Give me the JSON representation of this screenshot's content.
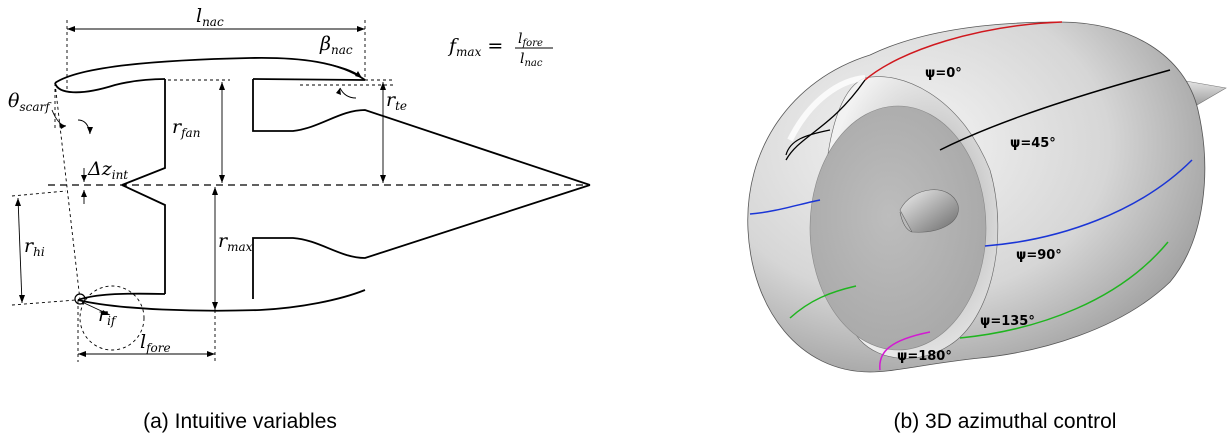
{
  "panel_a": {
    "caption": "(a) Intuitive variables",
    "labels": {
      "l_nac": {
        "base": "l",
        "sub": "nac"
      },
      "beta_nac": {
        "base": "β",
        "sub": "nac"
      },
      "f_max_lhs": {
        "base": "f",
        "sub": "max"
      },
      "f_max_num": {
        "base": "l",
        "sub": "fore"
      },
      "f_max_den": {
        "base": "l",
        "sub": "nac"
      },
      "theta_scarf": {
        "base": "θ",
        "sub": "scarf"
      },
      "r_fan": {
        "base": "r",
        "sub": "fan"
      },
      "r_te": {
        "base": "r",
        "sub": "te"
      },
      "dz_int": {
        "base": "Δz",
        "sub": "int"
      },
      "r_hi": {
        "base": "r",
        "sub": "hi"
      },
      "r_max": {
        "base": "r",
        "sub": "max"
      },
      "r_if": {
        "base": "r",
        "sub": "if"
      },
      "l_fore": {
        "base": "l",
        "sub": "fore"
      }
    }
  },
  "panel_b": {
    "caption": "(b) 3D azimuthal control",
    "psi_labels": [
      "ψ=0°",
      "ψ=45°",
      "ψ=90°",
      "ψ=135°",
      "ψ=180°"
    ],
    "line_colors": {
      "psi_0": "#d0181e",
      "psi_45": "#000000",
      "psi_90": "#1a35d6",
      "psi_135": "#1fb51f",
      "psi_180": "#d21bd2"
    }
  }
}
